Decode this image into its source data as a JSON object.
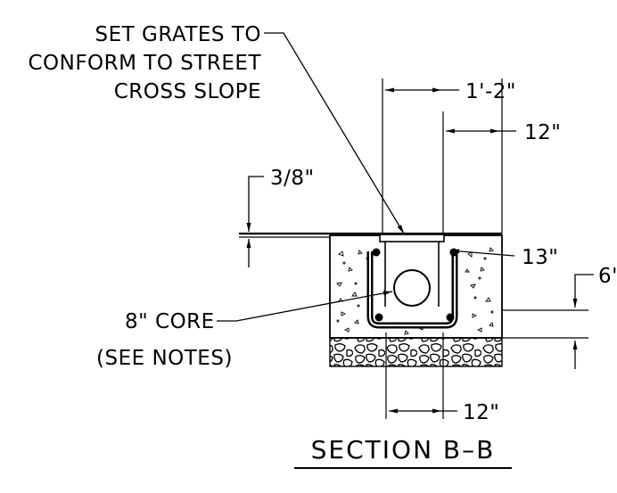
{
  "notes": {
    "grate_note": [
      "SET GRATES TO",
      "CONFORM TO STREET",
      "CROSS SLOPE"
    ],
    "core_note": [
      "8\" CORE",
      "(SEE NOTES)"
    ]
  },
  "dimensions": {
    "top_width": "1'-2\"",
    "upper_12": "12\"",
    "grate_offset": "3/8\"",
    "depth_13": "13\"",
    "base_6": "6\"",
    "bottom_12": "12\""
  },
  "title": "SECTION  B–B",
  "colors": {
    "line": "#000000",
    "background": "#ffffff"
  }
}
